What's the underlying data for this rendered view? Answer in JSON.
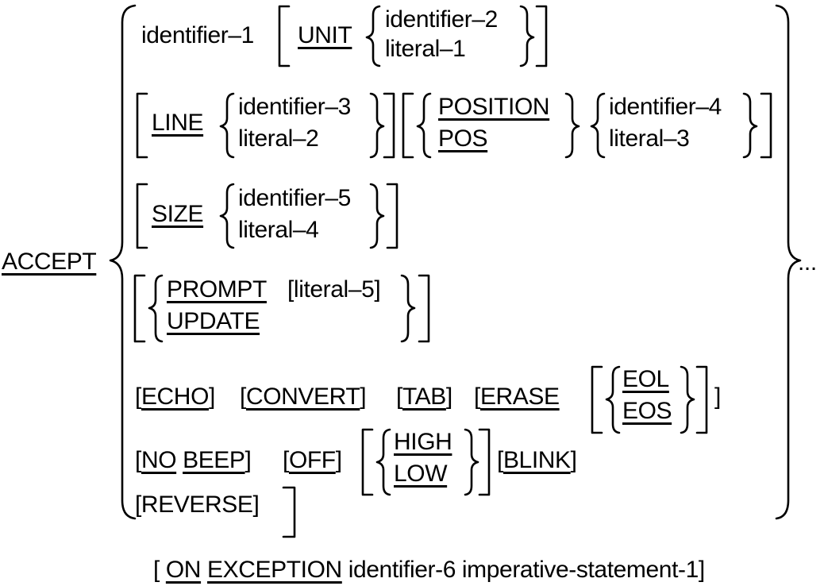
{
  "syntax": {
    "verb": "ACCEPT",
    "ellipsis": "...",
    "row1": {
      "id1": "identifier–1",
      "unit": "UNIT",
      "id2": "identifier–2",
      "lit1": "literal–1"
    },
    "row2": {
      "line": "LINE",
      "id3": "identifier–3",
      "lit2": "literal–2",
      "position": "POSITION",
      "pos": "POS",
      "id4": "identifier–4",
      "lit3": "literal–3"
    },
    "row3": {
      "size": "SIZE",
      "id5": "identifier–5",
      "lit4": "literal–4"
    },
    "row4": {
      "prompt": "PROMPT",
      "lit5": "[literal–5]",
      "update": "UPDATE"
    },
    "row5": {
      "echo": "ECHO",
      "convert": "CONVERT",
      "tab": "TAB",
      "erase": "ERASE",
      "eol": "EOL",
      "eos": "EOS"
    },
    "row6": {
      "no": "NO",
      "beep": "BEEP",
      "off": "OFF",
      "high": "HIGH",
      "low": "LOW",
      "blink": "BLINK"
    },
    "row7": {
      "reverse": "[REVERSE]"
    },
    "exception": {
      "on": "ON",
      "exception": "EXCEPTION",
      "rest": "identifier-6 imperative-statement-1]"
    }
  }
}
